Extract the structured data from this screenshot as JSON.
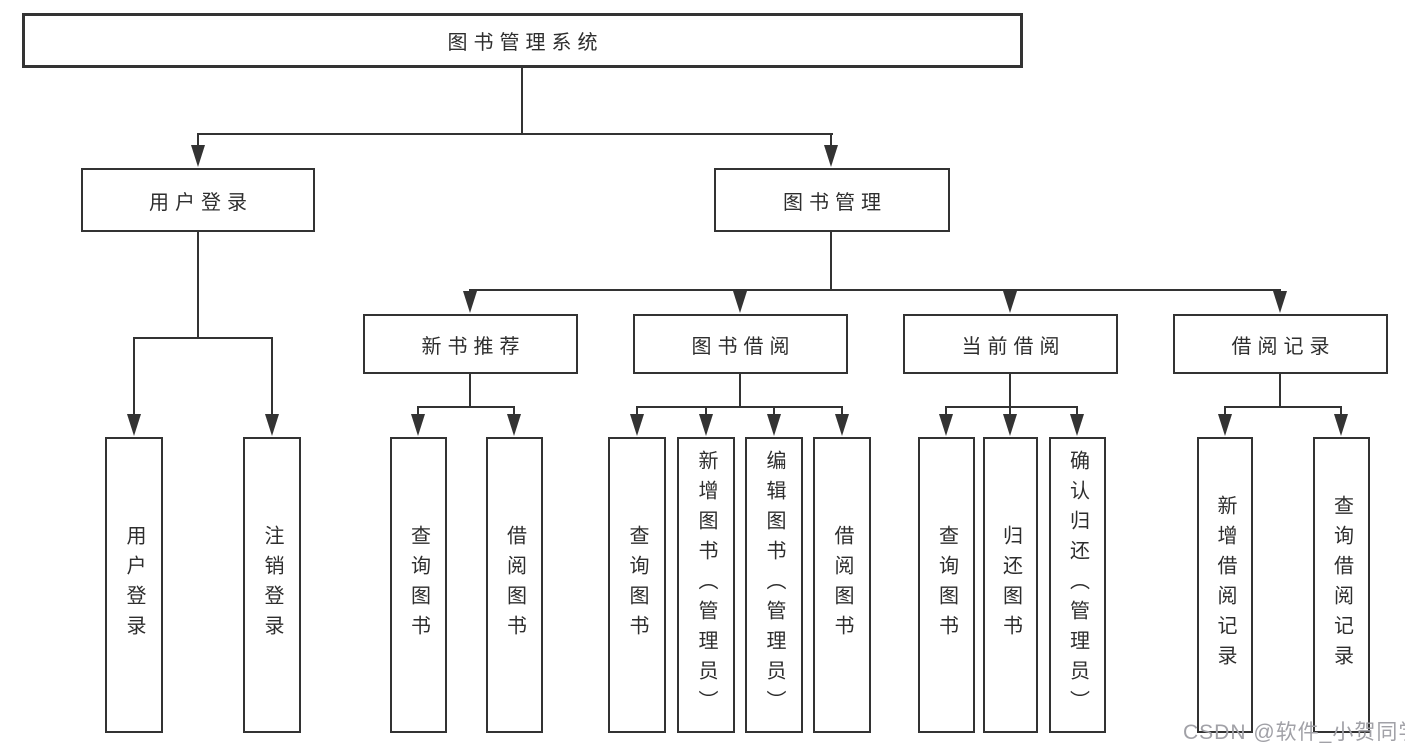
{
  "diagram": {
    "title": "图书管理系统",
    "level2": {
      "user_login": "用户登录",
      "book_management": "图书管理"
    },
    "level3": {
      "new_book_recommend": "新书推荐",
      "book_borrow": "图书借阅",
      "current_borrow": "当前借阅",
      "borrow_records": "借阅记录"
    },
    "leaves": {
      "user_login": "用户登录",
      "logout": "注销登录",
      "nb_query_books": "查询图书",
      "nb_borrow_books": "借阅图书",
      "bb_query_books": "查询图书",
      "bb_add_books_admin": "新增图书（管理员）",
      "bb_edit_books_admin": "编辑图书（管理员）",
      "bb_borrow_books": "借阅图书",
      "cb_query_books": "查询图书",
      "cb_return_books": "归还图书",
      "cb_confirm_return_admin": "确认归还（管理员）",
      "rec_add_record": "新增借阅记录",
      "rec_query_record": "查询借阅记录"
    },
    "colors": {
      "line": "#333333",
      "text": "#2e2e2e",
      "background": "#ffffff",
      "watermark_gray": "#a1a1a7"
    }
  },
  "watermark": {
    "text": "CSDN @软件_小贺同学"
  }
}
